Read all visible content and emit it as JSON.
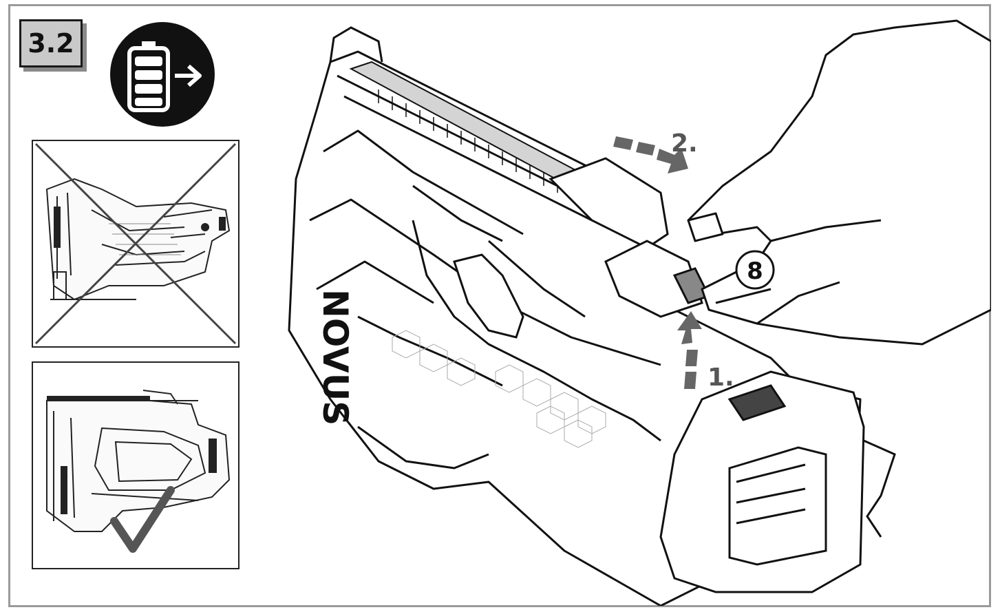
{
  "step": {
    "number": "3.2"
  },
  "icons": {
    "battery": "battery-remove-icon",
    "wrong": "cross-out-icon",
    "correct": "checkmark-icon"
  },
  "main": {
    "brand_text": "NOVUS",
    "step_labels": {
      "first": "1.",
      "second": "2."
    },
    "callout": "8"
  },
  "colors": {
    "frame": "#9a9a9a",
    "badge_fill": "#c9c9c9",
    "ink": "#111111",
    "arrow": "#666666"
  }
}
